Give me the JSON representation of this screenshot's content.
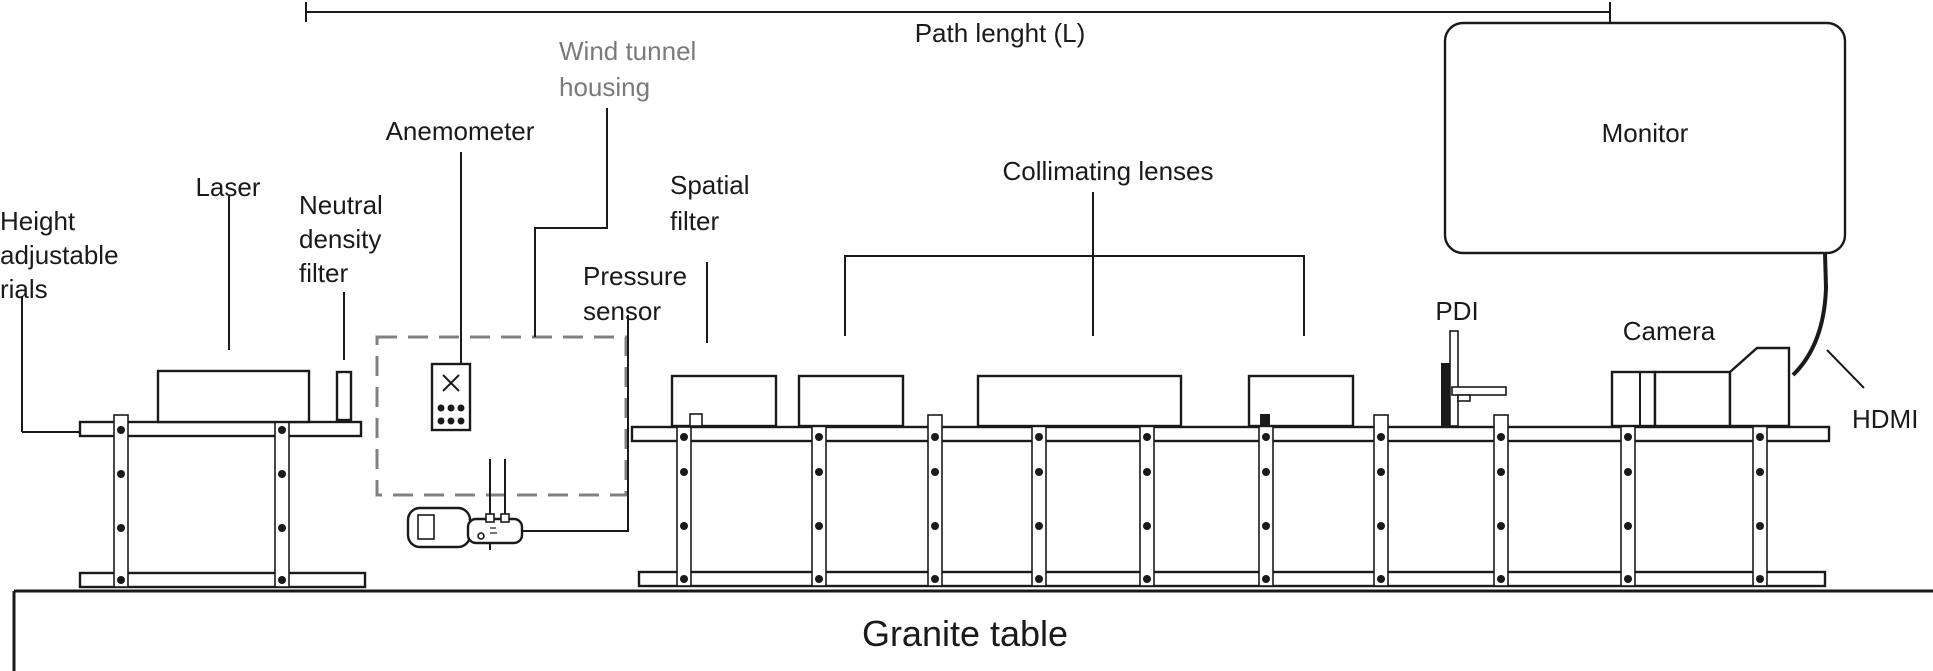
{
  "labels": {
    "path_length": "Path lenght (L)",
    "wind_tunnel": [
      "Wind tunnel",
      "housing"
    ],
    "anemometer": "Anemometer",
    "laser": "Laser",
    "neutral_density": [
      "Neutral",
      "density",
      "filter"
    ],
    "height_rails": [
      "Height",
      "adjustable",
      "rials"
    ],
    "pressure_sensor": [
      "Pressure",
      "sensor"
    ],
    "spatial_filter": [
      "Spatial",
      "filter"
    ],
    "collimating_lenses": "Collimating lenses",
    "pdi": "PDI",
    "camera": "Camera",
    "monitor": "Monitor",
    "hdmi": "HDMI",
    "granite_table": "Granite table"
  },
  "colors": {
    "line": "#1a1a1a",
    "wind_tunnel": "#7a7a7a"
  }
}
